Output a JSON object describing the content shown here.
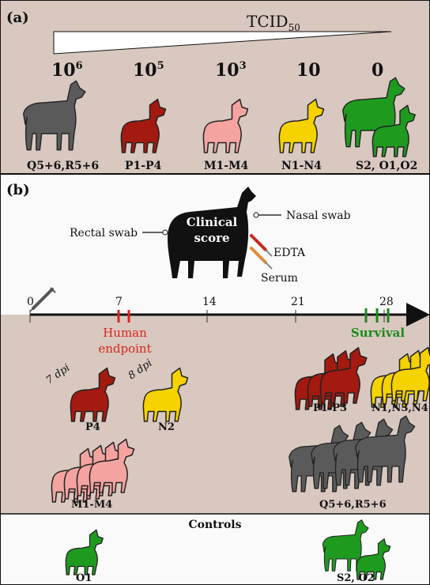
{
  "panel_a": {
    "label": "(a)",
    "title_main": "TCID",
    "title_sub": "50",
    "doses": [
      {
        "base": "10",
        "exp": "6"
      },
      {
        "base": "10",
        "exp": "5"
      },
      {
        "base": "10",
        "exp": "3"
      },
      {
        "base": "10",
        "exp": ""
      },
      {
        "base": "0",
        "exp": ""
      }
    ],
    "groups": [
      "Q5+6,R5+6",
      "P1-P4",
      "M1-M4",
      "N1-N4",
      "S2, O1,O2"
    ]
  },
  "panel_b": {
    "label": "(b)",
    "clinical_score": [
      "Clinical",
      "score"
    ],
    "rectal_swab": "Rectal swab",
    "nasal_swab": "Nasal swab",
    "edta": "EDTA",
    "serum": "Serum",
    "ticks": [
      "0",
      "7",
      "14",
      "21",
      "28"
    ],
    "human_endpoint": [
      "Human",
      "endpoint"
    ],
    "survival": "Survival",
    "dpi_7": "7 dpi",
    "dpi_8": "8 dpi",
    "p4": "P4",
    "n2": "N2",
    "m1m4": "M1-M4",
    "p1p3": "P1-P3",
    "n134": "N1,N3,N4",
    "q": "Q5+6,R5+6",
    "controls": "Controls",
    "o1": "O1",
    "s2o2": "S2, O2"
  },
  "colors": {
    "panel_bg": "#d8c8bf",
    "white_bg": "#fafafa",
    "calf_gray": "#5a5a5a",
    "lamb_red": "#a41a10",
    "lamb_pink": "#f4a3a0",
    "lamb_yellow": "#f5d200",
    "green": "#1e9a1e",
    "black": "#111111",
    "red_text": "#d9261c",
    "green_text": "#1a8a1a"
  }
}
